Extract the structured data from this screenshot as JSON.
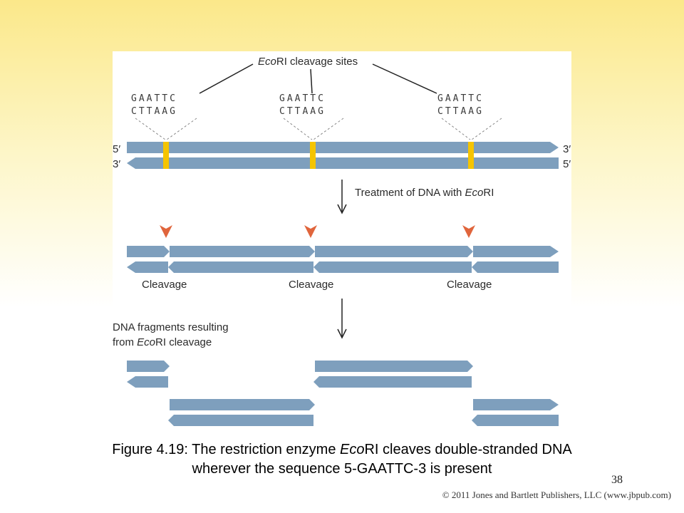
{
  "diagram": {
    "title_italic": "Eco",
    "title_rest": "RI cleavage sites",
    "site_top": "GAATTC",
    "site_bottom": "CTTAAG",
    "end_5": "5′",
    "end_3": "3′",
    "step1_text": "Treatment of DNA with ",
    "step1_italic": "Eco",
    "step1_rest": "RI",
    "cleavage_label": "Cleavage",
    "fragments_line1": "DNA fragments resulting",
    "fragments_line2_a": "from ",
    "fragments_line2_italic": "Eco",
    "fragments_line2_rest": "RI cleavage"
  },
  "colors": {
    "strand": "#7e9fbd",
    "site": "#f5c400",
    "arrowhead": "#e0653c"
  },
  "caption": {
    "part1": "Figure 4.19: The restriction enzyme ",
    "italic": "Eco",
    "part2": "RI cleaves double-stranded DNA",
    "line2": "wherever the sequence 5-GAATTC-3  is present"
  },
  "slide_number": "38",
  "copyright": "© 2011 Jones and Bartlett Publishers, LLC (www.jbpub.com)"
}
